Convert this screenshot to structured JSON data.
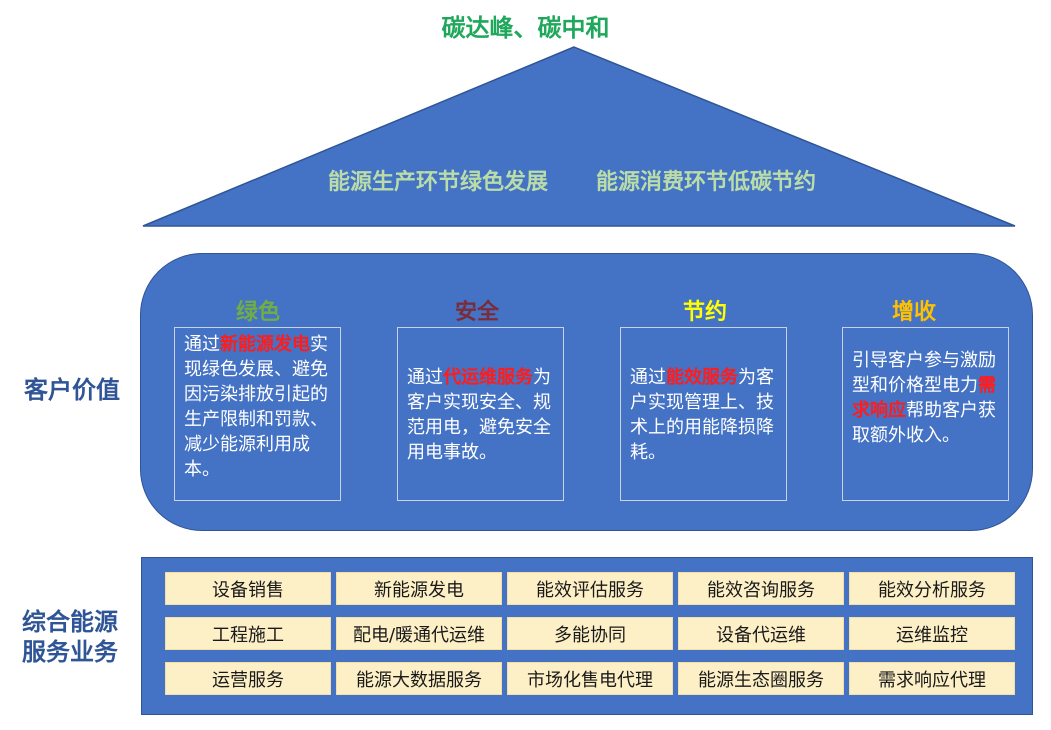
{
  "header": {
    "title": "碳达峰、碳中和"
  },
  "roof": {
    "left_text": "能源生产环节绿色发展",
    "right_text": "能源消费环节低碳节约",
    "fill_color": "#4472c4"
  },
  "customer_value": {
    "label": "客户价值",
    "pillars": [
      {
        "heading": "绿色",
        "heading_color": "#70ad47",
        "prefix": "通过",
        "highlight": "新能源发电",
        "suffix": "实现绿色发展、避免因污染排放引起的生产限制和罚款、减少能源利用成本。"
      },
      {
        "heading": "安全",
        "heading_color": "#7b2c3a",
        "prefix": "通过",
        "highlight": "代运维服务",
        "suffix": "为客户实现安全、规范用电，避免安全用电事故。"
      },
      {
        "heading": "节约",
        "heading_color": "#ffff00",
        "prefix": "通过",
        "highlight": "能效服务",
        "suffix": "为客户实现管理上、技术上的用能降损降耗。"
      },
      {
        "heading": "增收",
        "heading_color": "#ffc000",
        "prefix": "引导客户参与激励型和价格型电力",
        "highlight": "需求响应",
        "suffix": "帮助客户获取额外收入。"
      }
    ]
  },
  "business": {
    "label_line1": "综合能源",
    "label_line2": "服务业务",
    "rows": [
      [
        "设备销售",
        "新能源发电",
        "能效评估服务",
        "能效咨询服务",
        "能效分析服务"
      ],
      [
        "工程施工",
        "配电/暖通代运维",
        "多能协同",
        "设备代运维",
        "运维监控"
      ],
      [
        "运营服务",
        "能源大数据服务",
        "市场化售电代理",
        "能源生态圈服务",
        "需求响应代理"
      ]
    ]
  }
}
